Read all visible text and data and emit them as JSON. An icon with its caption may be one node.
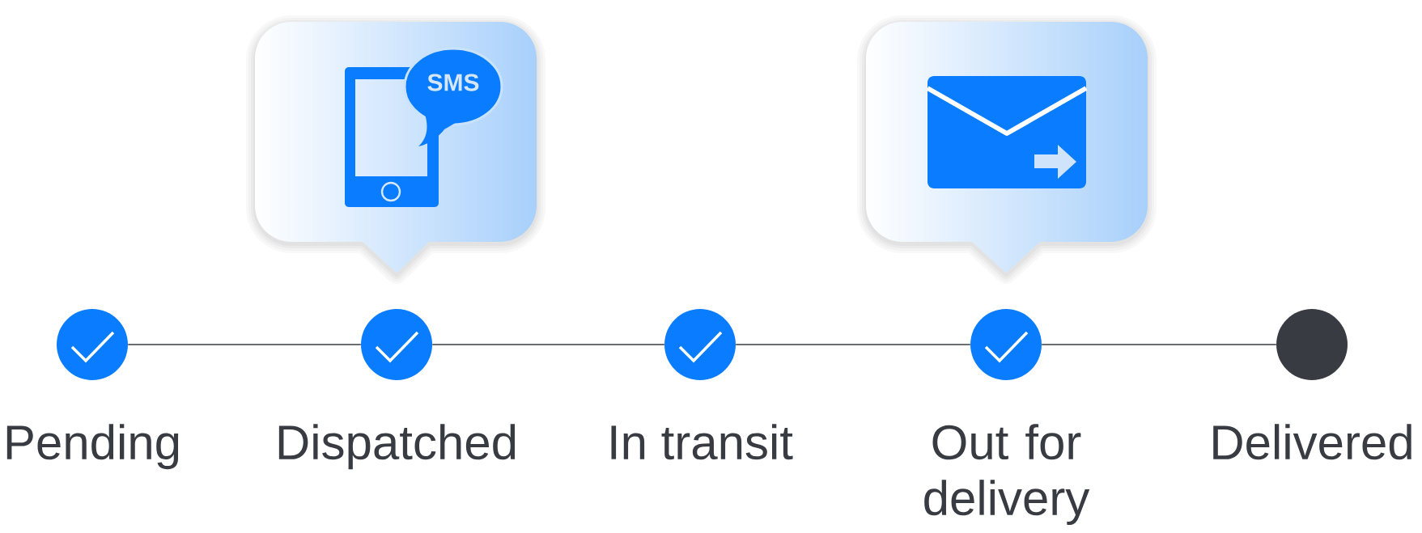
{
  "diagram": {
    "nodes": [
      {
        "text": [],
        "shape": "callout"
      },
      {
        "text": [],
        "shape": "callout"
      },
      {
        "text": [
          "Pending"
        ]
      },
      {
        "text": [
          "Dispatched"
        ]
      },
      {
        "text": [
          "In transit"
        ]
      },
      {
        "text": [
          "Out for delivery"
        ]
      },
      {
        "text": [
          "Delivered"
        ]
      }
    ],
    "edges": [
      {
        "from": 2,
        "to": 3,
        "arrow": "none"
      },
      {
        "from": 3,
        "to": 4,
        "arrow": "none"
      },
      {
        "from": 4,
        "to": 5,
        "arrow": "none"
      },
      {
        "from": 5,
        "to": 6,
        "arrow": "none"
      }
    ],
    "labels": [
      "SMS"
    ]
  }
}
